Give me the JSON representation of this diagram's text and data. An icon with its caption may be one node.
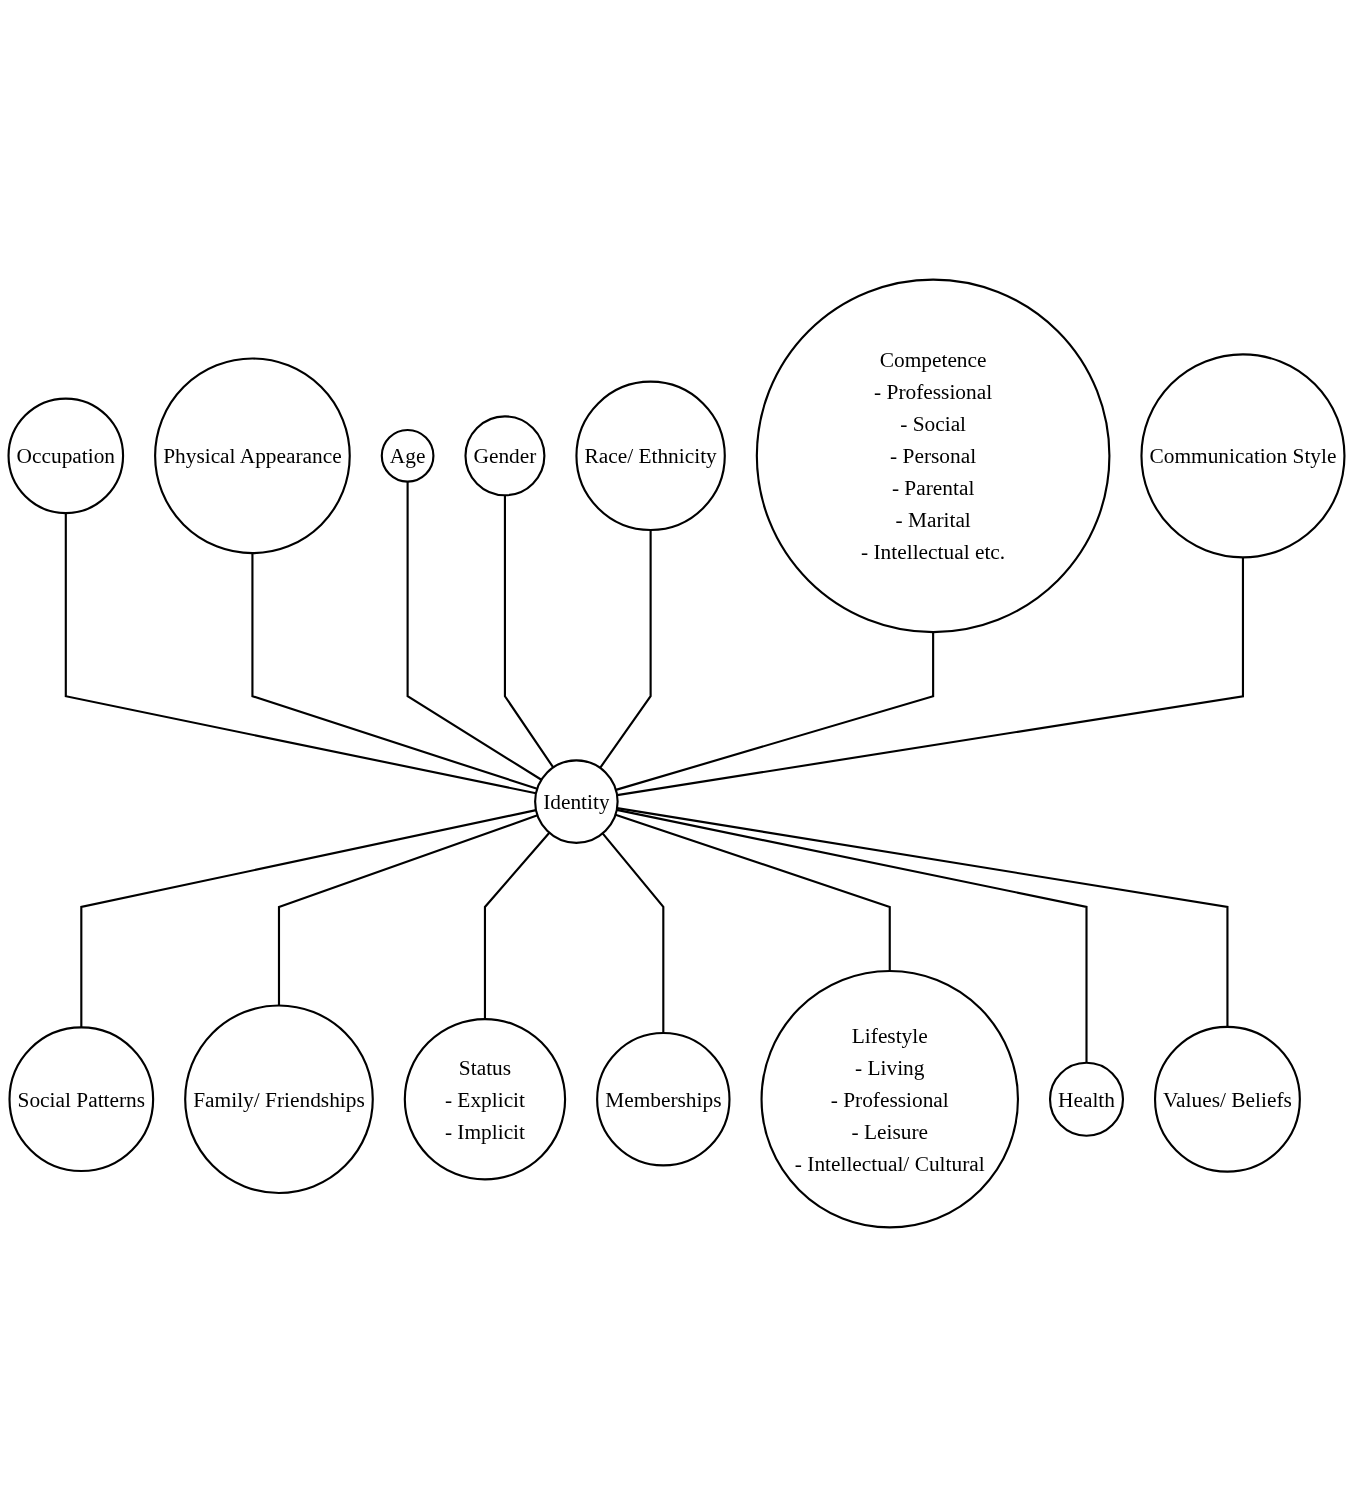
{
  "diagram": {
    "nodes": [
      {
        "text": [
          "Gender"
        ]
      },
      {
        "text": [
          "Age"
        ]
      },
      {
        "text": [
          "Race/ Ethnicity"
        ]
      },
      {
        "text": [
          "Competence",
          "- Professional",
          "- Social",
          "- Personal",
          "- Parental",
          "- Marital",
          "- Intellectual etc."
        ]
      },
      {
        "text": [
          "Physical Appearance"
        ]
      },
      {
        "text": [
          "Occupation"
        ]
      },
      {
        "text": [
          "Communication Style"
        ]
      },
      {
        "text": [
          "Identity"
        ]
      },
      {
        "text": [
          "Social Patterns"
        ]
      },
      {
        "text": [
          "Values/ Beliefs"
        ]
      },
      {
        "text": [
          "Family/ Friendships"
        ]
      },
      {
        "text": [
          "Health"
        ]
      },
      {
        "text": [
          "Status",
          "- Explicit",
          "- Implicit"
        ]
      },
      {
        "text": [
          "Memberships"
        ]
      },
      {
        "text": [
          "Lifestyle",
          "- Living",
          "- Professional",
          "- Leisure",
          "- Intellectual/ Cultural"
        ]
      }
    ],
    "edges": [
      {
        "from": 5,
        "to": 7,
        "arrow": "none"
      },
      {
        "from": 4,
        "to": 7,
        "arrow": "none"
      },
      {
        "from": 1,
        "to": 7,
        "arrow": "none"
      },
      {
        "from": 0,
        "to": 7,
        "arrow": "none"
      },
      {
        "from": 2,
        "to": 7,
        "arrow": "none"
      },
      {
        "from": 3,
        "to": 7,
        "arrow": "none"
      },
      {
        "from": 6,
        "to": 7,
        "arrow": "none"
      },
      {
        "from": 7,
        "to": 8,
        "arrow": "none"
      },
      {
        "from": 7,
        "to": 10,
        "arrow": "none"
      },
      {
        "from": 7,
        "to": 12,
        "arrow": "none"
      },
      {
        "from": 7,
        "to": 13,
        "arrow": "none"
      },
      {
        "from": 7,
        "to": 14,
        "arrow": "none"
      },
      {
        "from": 7,
        "to": 11,
        "arrow": "none"
      },
      {
        "from": 7,
        "to": 9,
        "arrow": "none"
      }
    ]
  }
}
